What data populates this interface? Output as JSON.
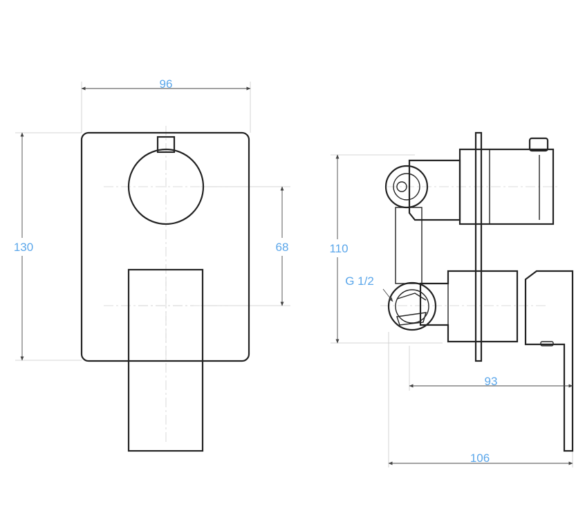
{
  "dimensions": {
    "front_width": "96",
    "front_height": "130",
    "front_center_distance": "68",
    "side_height": "110",
    "side_thread": "G 1/2",
    "side_depth_short": "93",
    "side_depth_long": "106"
  },
  "colors": {
    "dimension_text": "#5aa6ea",
    "line": "#222222"
  }
}
